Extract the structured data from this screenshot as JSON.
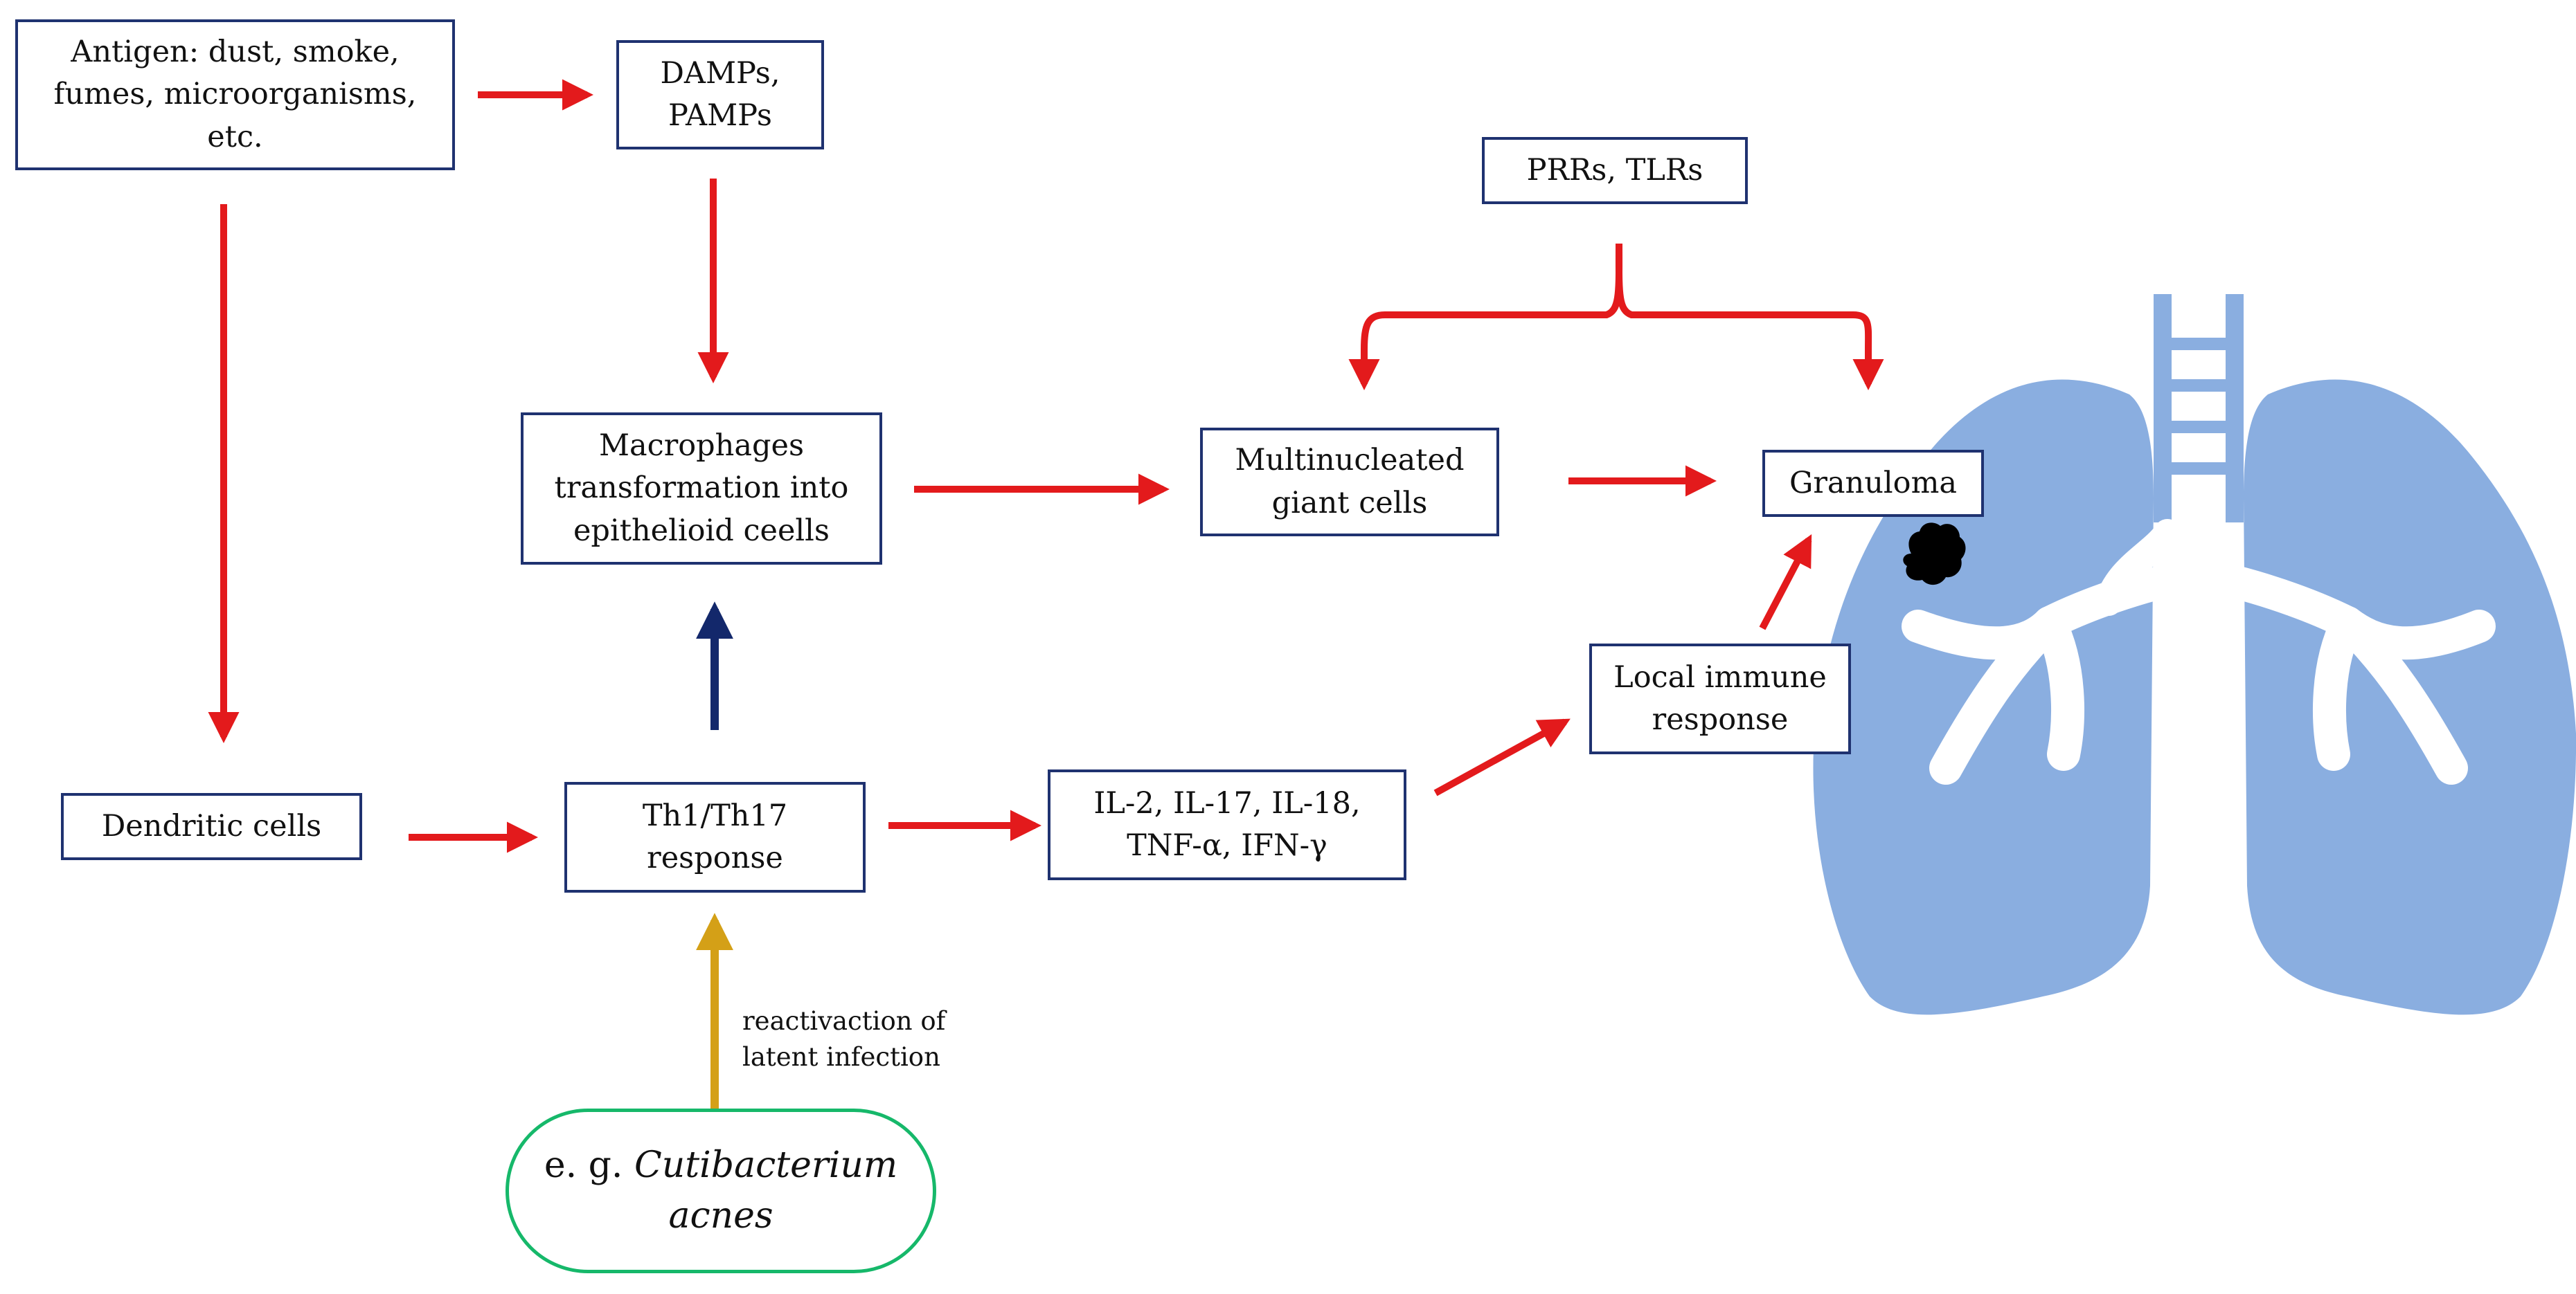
{
  "nodes": {
    "antigen": "Antigen: dust, smoke,\nfumes, microorganisms,\netc.",
    "damps": "DAMPs,\nPAMPs",
    "prrs": "PRRs, TLRs",
    "macrophages": "Macrophages\ntransformation into\nepithelioid ceells",
    "giant_cells": "Multinucleated\ngiant cells",
    "granuloma": "Granuloma",
    "dendritic": "Dendritic cells",
    "th1": "Th1/Th17\nresponse",
    "cytokines": "IL-2, IL-17, IL-18,\nTNF-α, IFN-γ",
    "local_immune": "Local immune\nresponse"
  },
  "pathogen": {
    "prefix": "e. g. ",
    "italic_line1": "Cutibacterium",
    "italic_line2": "acnes"
  },
  "annotation": "reactivaction of\nlatent infection",
  "colors": {
    "red_arrow": "#e31a1c",
    "navy_arrow": "#13286b",
    "gold_arrow": "#d4a017",
    "box_border": "#1f3270",
    "pill_border": "#16b86a",
    "lung": "#8aaee0"
  },
  "icons": [
    "lungs-icon",
    "granuloma-nodule-icon"
  ]
}
